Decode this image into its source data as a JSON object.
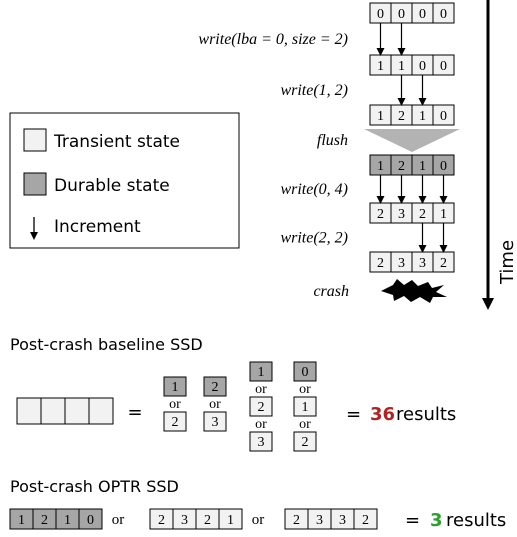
{
  "colors": {
    "transient": "#f2f2f2",
    "durable": "#a6a6a6",
    "flush_arrow": "#b3b3b3",
    "baseline_count": "#b22222",
    "optr_count": "#2ca02c"
  },
  "timeline": {
    "steps": [
      {
        "op": "",
        "cells": [
          "0",
          "0",
          "0",
          "0"
        ],
        "state": "transient",
        "increments": []
      },
      {
        "op": "write(lba = 0, size = 2)",
        "cells": [
          "1",
          "1",
          "0",
          "0"
        ],
        "state": "transient",
        "increments": [
          0,
          1
        ]
      },
      {
        "op": "write(1, 2)",
        "cells": [
          "1",
          "2",
          "1",
          "0"
        ],
        "state": "transient",
        "increments": [
          1,
          2
        ]
      },
      {
        "op": "flush",
        "cells": [
          "1",
          "2",
          "1",
          "0"
        ],
        "state": "durable",
        "increments": [],
        "flush": true
      },
      {
        "op": "write(0, 4)",
        "cells": [
          "2",
          "3",
          "2",
          "1"
        ],
        "state": "transient",
        "increments": [
          0,
          1,
          2,
          3
        ]
      },
      {
        "op": "write(2, 2)",
        "cells": [
          "2",
          "3",
          "3",
          "2"
        ],
        "state": "transient",
        "increments": [
          2,
          3
        ]
      }
    ],
    "crash_label": "crash",
    "time_label": "Time"
  },
  "legend": {
    "transient_label": "Transient state",
    "durable_label": "Durable state",
    "increment_label": "Increment"
  },
  "baseline": {
    "title": "Post-crash baseline SSD",
    "equals": "=",
    "or_word": "or",
    "columns": [
      {
        "durable": "1",
        "options": [
          "2"
        ]
      },
      {
        "durable": "2",
        "options": [
          "3"
        ]
      },
      {
        "durable": "1",
        "options": [
          "2",
          "3"
        ]
      },
      {
        "durable": "0",
        "options": [
          "1",
          "2"
        ]
      }
    ],
    "result_equals": "=",
    "result_count": "36",
    "result_word": "results"
  },
  "optr": {
    "title": "Post-crash OPTR SSD",
    "or_word": "or",
    "options": [
      {
        "cells": [
          "1",
          "2",
          "1",
          "0"
        ],
        "state": "durable"
      },
      {
        "cells": [
          "2",
          "3",
          "2",
          "1"
        ],
        "state": "transient"
      },
      {
        "cells": [
          "2",
          "3",
          "3",
          "2"
        ],
        "state": "transient"
      }
    ],
    "result_equals": "=",
    "result_count": "3",
    "result_word": "results"
  }
}
